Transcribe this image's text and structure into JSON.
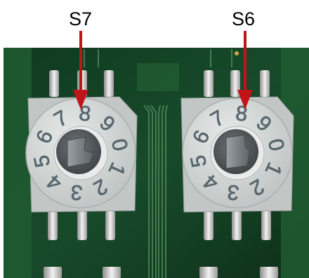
{
  "labels": {
    "left_switch": "S7",
    "right_switch": "S6"
  },
  "dial": {
    "digits": [
      "0",
      "1",
      "2",
      "3",
      "4",
      "5",
      "6",
      "7",
      "8",
      "9"
    ]
  },
  "colors": {
    "pcb": "#123b22",
    "switch_body": "#cfd3d2",
    "arrow": "#c0141a"
  }
}
